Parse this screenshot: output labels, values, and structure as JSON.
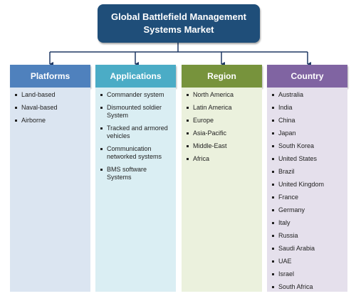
{
  "title": {
    "line1": "Global Battlefield Management",
    "line2": "Systems Market"
  },
  "colors": {
    "title": "#1f4e79",
    "platforms_header": "#4f81bd",
    "platforms_body": "#dbe5f1",
    "applications_header": "#4bacc6",
    "applications_body": "#daeef3",
    "region_header": "#77933c",
    "region_body": "#ebf1dd",
    "country_header": "#8064a2",
    "country_body": "#e5e0ec",
    "connector": "#1f3864"
  },
  "columns": [
    {
      "key": "platforms",
      "header": "Platforms",
      "items": [
        "Land-based",
        "Naval-based",
        "Airborne"
      ]
    },
    {
      "key": "applications",
      "header": "Applications",
      "items": [
        "Commander system",
        "Dismounted soldier System",
        "Tracked and armored vehicles",
        "Communication networked systems",
        "BMS software Systems"
      ]
    },
    {
      "key": "region",
      "header": "Region",
      "items": [
        "North America",
        "Latin America",
        "Europe",
        "Asia-Pacific",
        "Middle-East",
        "Africa"
      ]
    },
    {
      "key": "country",
      "header": "Country",
      "items": [
        "Australia",
        "India",
        "China",
        "Japan",
        "South Korea",
        "United States",
        "Brazil",
        "United Kingdom",
        "France",
        "Germany",
        "Italy",
        "Russia",
        "Saudi Arabia",
        "UAE",
        "Israel",
        "South Africa"
      ]
    }
  ]
}
